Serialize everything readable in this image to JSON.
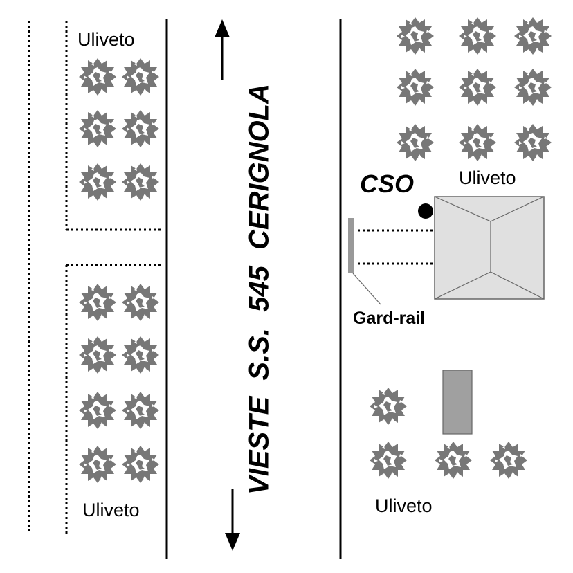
{
  "road": {
    "label": "VIESTE  S.S. 545  CERIGNOLA"
  },
  "labels": {
    "uliveto_top_left": "Uliveto",
    "uliveto_bottom_left": "Uliveto",
    "uliveto_right_top": "Uliveto",
    "uliveto_right_bottom": "Uliveto",
    "cso": "CSO",
    "guardrail": "Gard-rail"
  },
  "colors": {
    "line": "#000000",
    "tree": "#777777",
    "building_fill": "#e0e0e0",
    "building_edge": "#666666",
    "guardrail": "#999999",
    "shed": "#a0a0a0"
  },
  "icons": {
    "tree": "olive-tree-icon",
    "arrow_north": "arrow-up-icon",
    "arrow_south": "arrow-down-icon",
    "station": "cso-station-dot"
  }
}
